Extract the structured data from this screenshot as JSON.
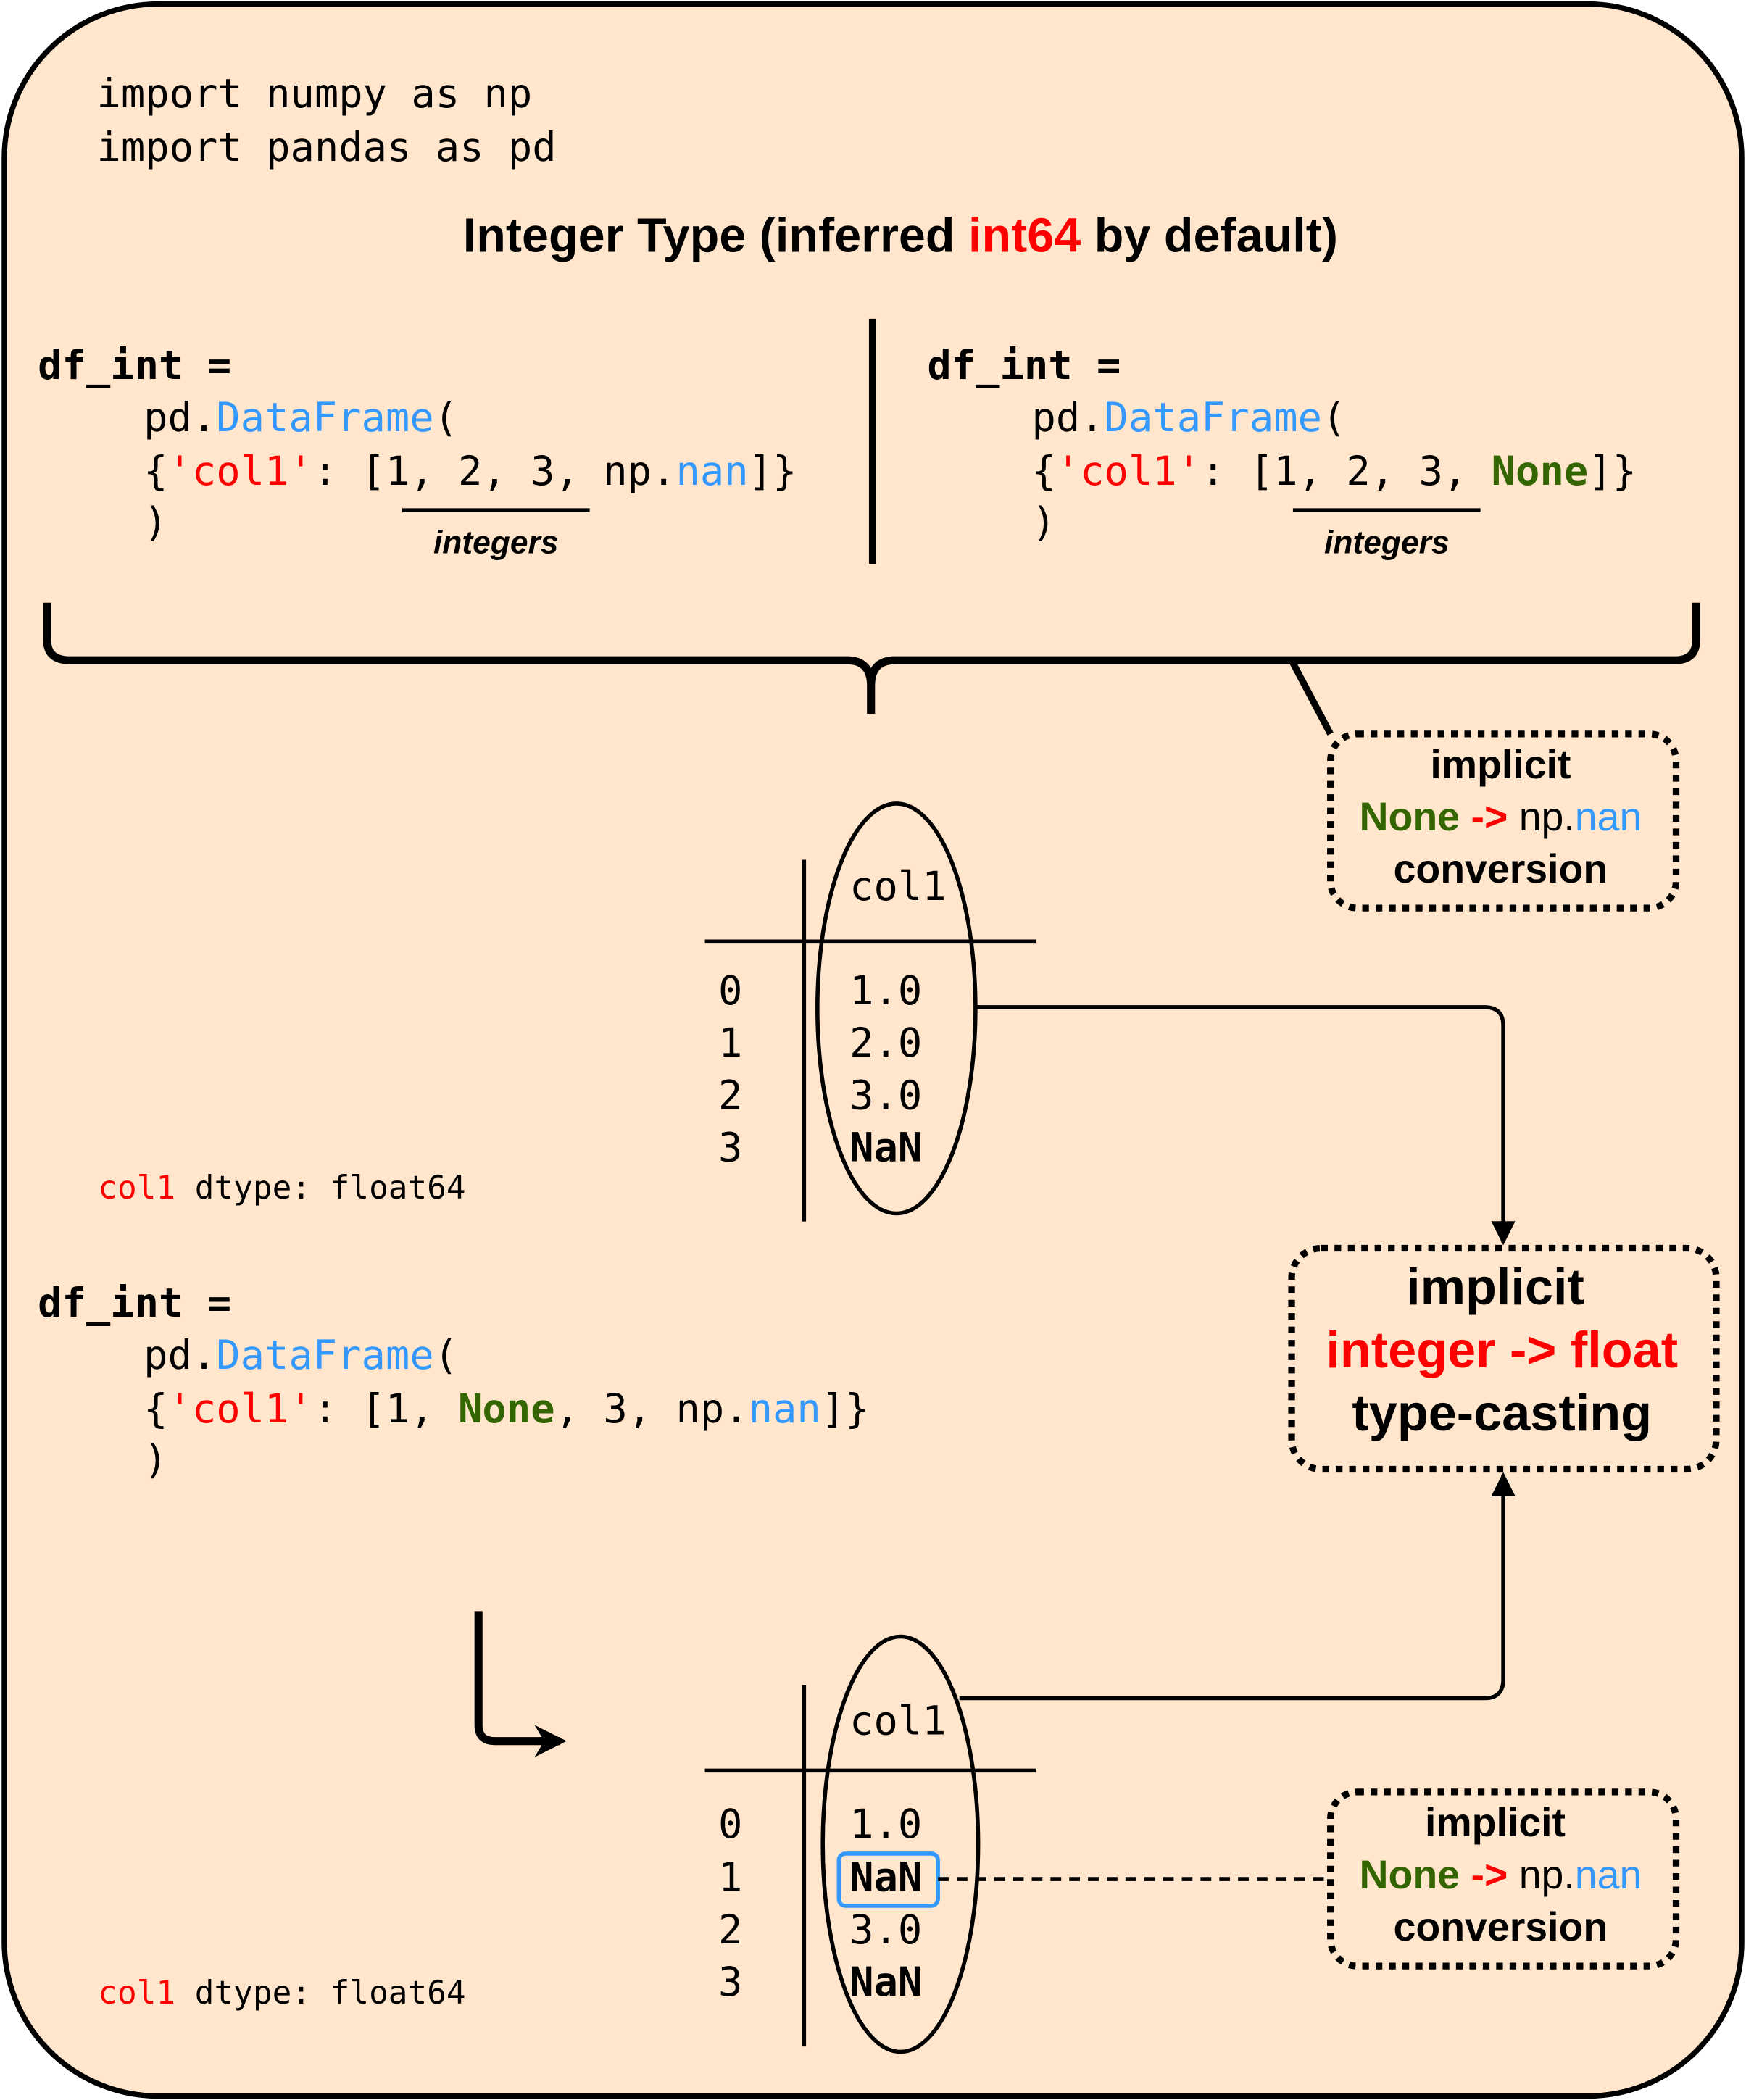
{
  "colors": {
    "background": "#FFE6CC",
    "red": "#FF0000",
    "blue": "#3399FF",
    "green": "#336600",
    "black": "#000000"
  },
  "imports": [
    "import numpy as np",
    "import pandas as pd"
  ],
  "title": {
    "prefix": "Integer Type (inferred ",
    "highlight": "int64",
    "suffix": " by default)"
  },
  "left_code": {
    "line1": "df_int =",
    "line2_pre": "pd.",
    "line2_fn": "DataFrame",
    "line2_post": "(",
    "line3_open": "{",
    "line3_key": "'col1'",
    "line3_mid": ": [1, 2, 3, np.",
    "line3_val": "nan",
    "line3_close": "]}",
    "line4": ")",
    "annotation": "integers"
  },
  "right_code": {
    "line1": "df_int =",
    "line2_pre": "pd.",
    "line2_fn": "DataFrame",
    "line2_post": "(",
    "line3_open": "{",
    "line3_key": "'col1'",
    "line3_mid": ": [1, 2, 3, ",
    "line3_val": "None",
    "line3_close": "]}",
    "line4": ")",
    "annotation": "integers"
  },
  "bottom_code": {
    "line1": "df_int =",
    "line2_pre": "pd.",
    "line2_fn": "DataFrame",
    "line2_post": "(",
    "line3_open": "{",
    "line3_key": "'col1'",
    "line3_mid1": ": [1, ",
    "line3_none": "None",
    "line3_mid2": ", 3, np.",
    "line3_val": "nan",
    "line3_close": "]}",
    "line4": ")"
  },
  "conversion_note": {
    "line1": "implicit",
    "from": "None",
    "arrow": "->",
    "to_pre": " np.",
    "to_val": "nan",
    "line3": "conversion"
  },
  "typecast_note": {
    "line1": "implicit",
    "line2": "integer -> float",
    "line3": "type-casting"
  },
  "table_top": {
    "header": "col1",
    "index": [
      "0",
      "1",
      "2",
      "3"
    ],
    "values": [
      "1.0",
      "2.0",
      "3.0",
      "NaN"
    ],
    "dtype_col": "col1",
    "dtype_text": " dtype: float64"
  },
  "table_bottom": {
    "header": "col1",
    "index": [
      "0",
      "1",
      "2",
      "3"
    ],
    "values": [
      "1.0",
      "NaN",
      "3.0",
      "NaN"
    ],
    "highlighted_row": 1,
    "dtype_col": "col1",
    "dtype_text": " dtype: float64"
  }
}
